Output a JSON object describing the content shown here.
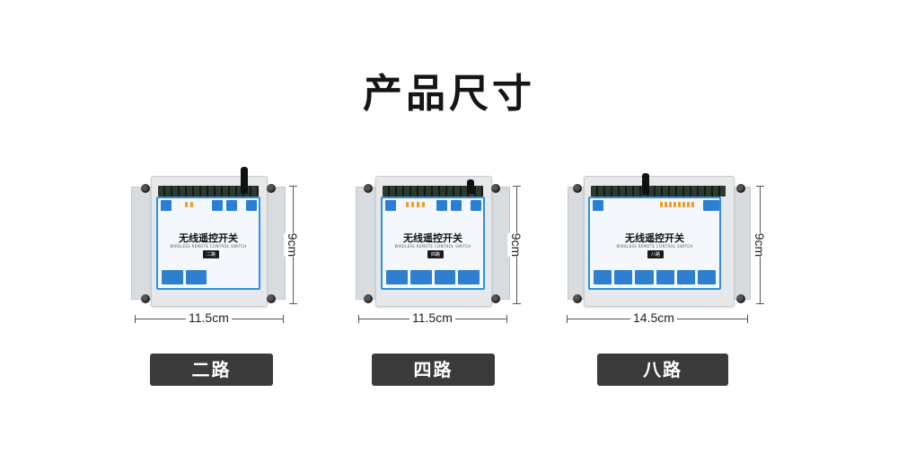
{
  "page": {
    "title": "产品尺寸"
  },
  "products": [
    {
      "panel_title": "无线遥控开关",
      "panel_subtitle": "WIRELESS REMOTE CONTROL SWITCH",
      "badge": "二路",
      "width_label": "11.5cm",
      "height_label": "9cm",
      "button_label": "二路",
      "channels": 2
    },
    {
      "panel_title": "无线遥控开关",
      "panel_subtitle": "WIRELESS REMOTE CONTROL SWITCH",
      "badge": "四路",
      "width_label": "11.5cm",
      "height_label": "9cm",
      "button_label": "四路",
      "channels": 4
    },
    {
      "panel_title": "无线遥控开关",
      "panel_subtitle": "WIRELESS REMOTE CONTROL SWITCH",
      "badge": "八路",
      "width_label": "14.5cm",
      "height_label": "9cm",
      "button_label": "八路",
      "channels": 8
    }
  ],
  "colors": {
    "panel_border": "#2f8fe0",
    "relay_blue": "#2f7fd0",
    "button_bg": "#3b3b3b",
    "led_orange": "#f39c2b"
  }
}
